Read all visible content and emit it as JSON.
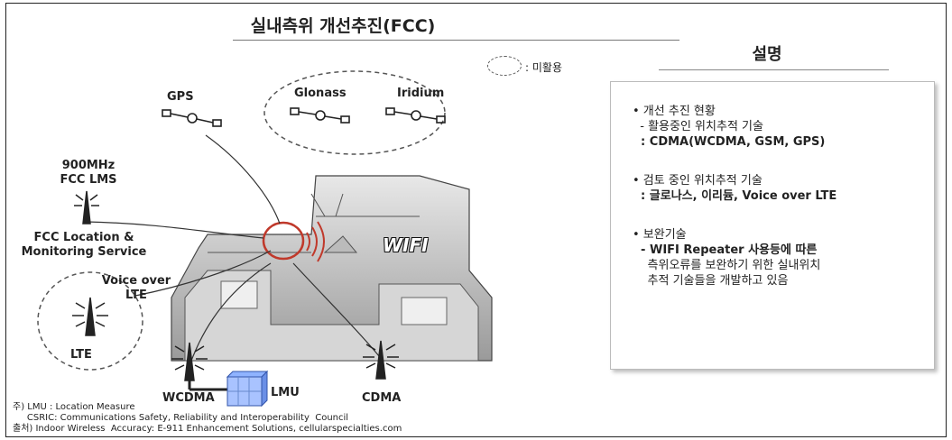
{
  "title": "실내측위 개선추진(FCC)",
  "legend": {
    "label": ": 미활용"
  },
  "description": {
    "heading": "설명",
    "sections": [
      {
        "lines": [
          "• 개선 추진 현황",
          "  - 활용중인 위치추적 기술",
          "  : CDMA(WCDMA, GSM, GPS)"
        ]
      },
      {
        "lines": [
          "• 검토 중인 위치추적 기술",
          "  : 글로나스, 이리듐, Voice over LTE"
        ]
      },
      {
        "lines": [
          "• 보완기술",
          "  - WIFI Repeater 사용등에 따른",
          "    측위오류를 보완하기 위한 실내위치",
          "    추적 기술들을 개발하고 있음"
        ]
      }
    ]
  },
  "labels": {
    "gps": "GPS",
    "glonass": "Glonass",
    "iridium": "Iridium",
    "lms_line1": "900MHz",
    "lms_line2": "FCC LMS",
    "fcc_line1": "FCC Location &",
    "fcc_line2": "Monitoring Service",
    "vol_line1": "Voice over",
    "vol_line2": "LTE",
    "lte": "LTE",
    "wcdma": "WCDMA",
    "lmu": "LMU",
    "cdma": "CDMA",
    "wifi": "WIFI"
  },
  "footnotes": [
    "주) LMU : Location Measure",
    "     CSRIC: Communications Safety, Reliability and Interoperability  Council",
    "출처) Indoor Wireless  Accuracy: E-911 Enhancement Solutions, cellularspecialties.com"
  ]
}
